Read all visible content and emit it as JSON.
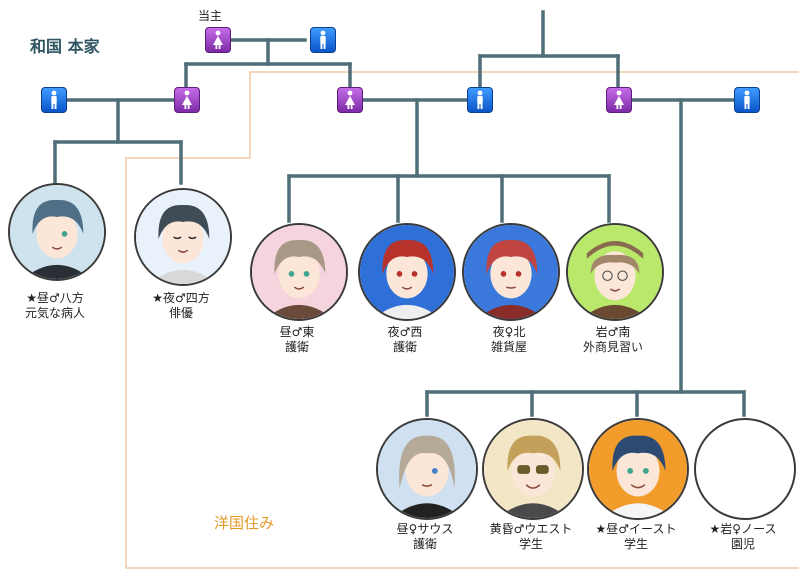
{
  "header": {
    "title": "和国 本家",
    "head_label": "当主"
  },
  "region_label": "洋国住み",
  "colors": {
    "line": "#4f6e78",
    "region_border": "#f0c9a0",
    "title": "#2f5562",
    "region_text": "#e39a2a",
    "male_icon": "#1a6fe0",
    "female_icon": "#9b3fc6"
  },
  "icons": {
    "patriarch": "female-symbol-icon",
    "patriarch_spouse": "male-symbol-icon",
    "left_father": "male-symbol-icon",
    "left_mother": "female-symbol-icon",
    "mid_mother": "female-symbol-icon",
    "mid_father": "male-symbol-icon",
    "right_mother": "female-symbol-icon",
    "right_father": "male-symbol-icon"
  },
  "children": [
    {
      "id": "happo",
      "line1": "★昼♂八方",
      "line2": "元気な病人",
      "bg": "#cfe3ef"
    },
    {
      "id": "shiho",
      "line1": "★夜♂四方",
      "line2": "俳優",
      "bg": "#e9f2fa"
    },
    {
      "id": "azuma",
      "line1": "昼♂東",
      "line2": "護衛",
      "bg": "#f6d4dd"
    },
    {
      "id": "nishi",
      "line1": "夜♂西",
      "line2": "護衛",
      "bg": "#2f6fd8"
    },
    {
      "id": "kita",
      "line1": "夜♀北",
      "line2": "雑貨屋",
      "bg": "#3a78dc"
    },
    {
      "id": "minami",
      "line1": "岩♂南",
      "line2": "外商見習い",
      "bg": "#b9e86a"
    },
    {
      "id": "south",
      "line1": "昼♀サウス",
      "line2": "護衛",
      "bg": "#cfe0f0"
    },
    {
      "id": "west",
      "line1": "黄昏♂ウエスト",
      "line2": "学生",
      "bg": "#f2e6c6"
    },
    {
      "id": "east",
      "line1": "★昼♂イースト",
      "line2": "学生",
      "bg": "#f29c2c"
    },
    {
      "id": "north",
      "line1": "★岩♀ノース",
      "line2": "園児",
      "bg": "#ffffff"
    }
  ]
}
